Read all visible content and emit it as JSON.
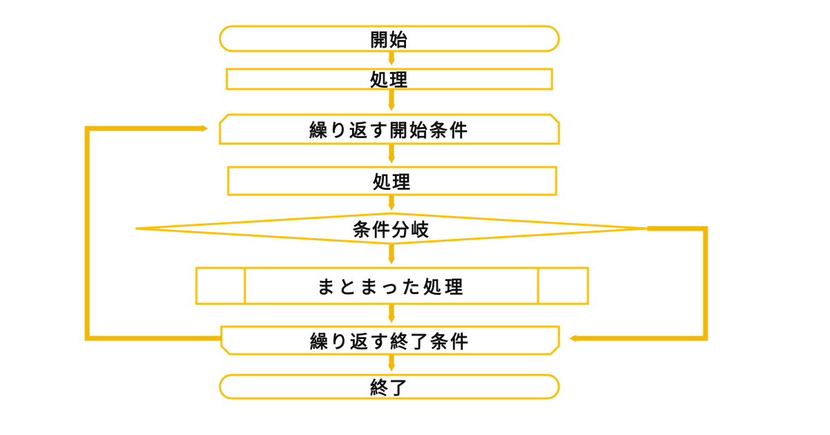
{
  "colors": {
    "stroke": "#FFC000",
    "arrow": "#F5B800",
    "text": "#111111",
    "background": "#FFFFFF"
  },
  "flowchart": {
    "start": "開始",
    "process_1": "処理",
    "loop_start": "繰り返す開始条件",
    "process_2": "処理",
    "decision": "条件分岐",
    "predefined_process": "まとまった処理",
    "loop_end": "繰り返す終了条件",
    "end": "終了"
  }
}
